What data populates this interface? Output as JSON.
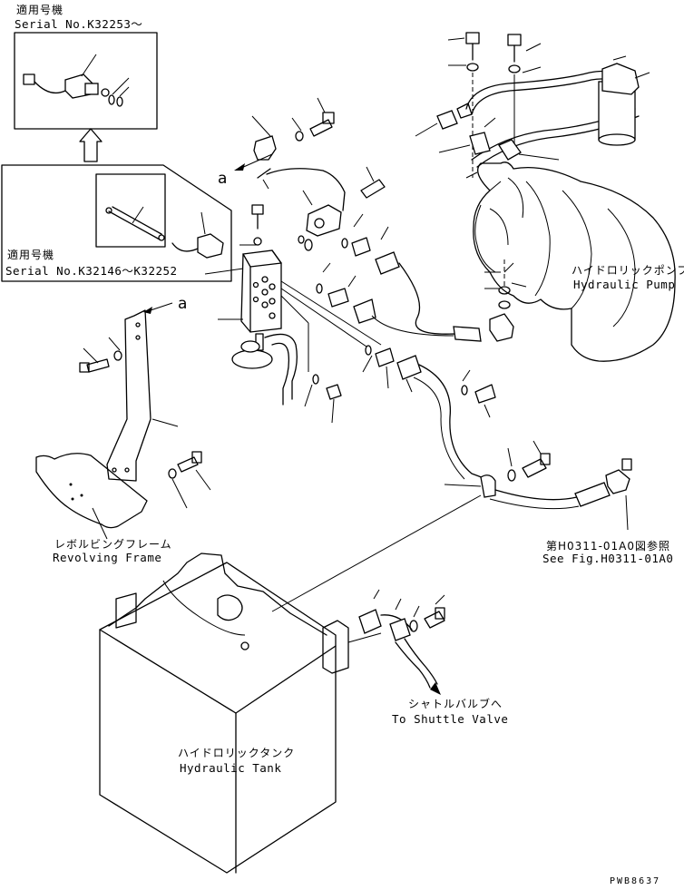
{
  "inset_top": {
    "applicable_jp": "適用号機",
    "serial": "Serial No.K32253～"
  },
  "inset_left": {
    "applicable_jp": "適用号機",
    "serial": "Serial No.K32146～K32252"
  },
  "view_marker": "a",
  "labels": {
    "hydraulic_pump_jp": "ハイドロリックポンプ",
    "hydraulic_pump_en": "Hydraulic Pump",
    "revolving_frame_jp": "レボルビングフレーム",
    "revolving_frame_en": "Revolving Frame",
    "see_fig_jp": "第H0311-01A0図参照",
    "see_fig_en": "See Fig.H0311-01A0",
    "shuttle_valve_jp": "シャトルバルブへ",
    "shuttle_valve_en": "To Shuttle Valve",
    "hydraulic_tank_jp": "ハイドロリックタンク",
    "hydraulic_tank_en": "Hydraulic Tank"
  },
  "drawing_code": "PWB8637"
}
